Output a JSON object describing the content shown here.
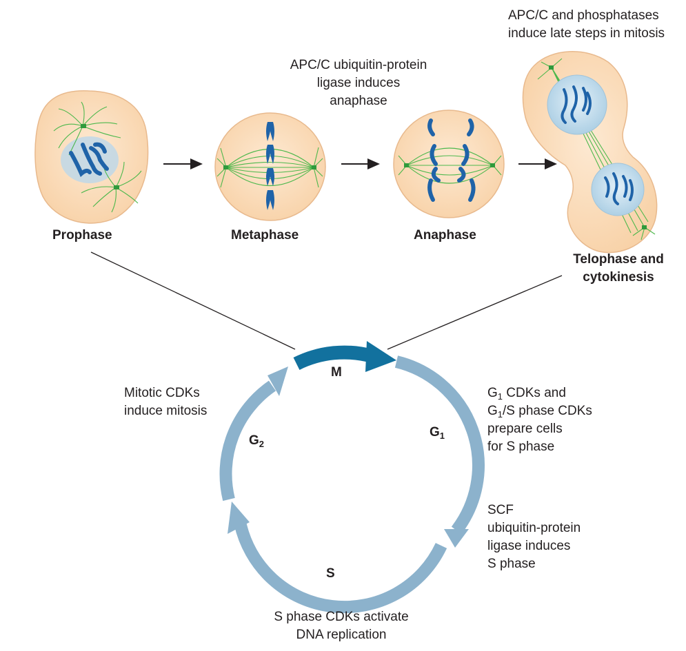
{
  "stages": {
    "prophase": "Prophase",
    "metaphase": "Metaphase",
    "anaphase": "Anaphase",
    "telophase_line1": "Telophase and",
    "telophase_line2": "cytokinesis"
  },
  "annotations": {
    "apc_anaphase_1": "APC/C ubiquitin-protein",
    "apc_anaphase_2": "ligase induces",
    "apc_anaphase_3": "anaphase",
    "apc_late_1": "APC/C and phosphatases",
    "apc_late_2": "induce late steps in mitosis"
  },
  "cycle": {
    "phases": {
      "m": "M",
      "g1_letter": "G",
      "g1_sub": "1",
      "s": "S",
      "g2_letter": "G",
      "g2_sub": "2"
    },
    "notes": {
      "mitotic_1": "Mitotic CDKs",
      "mitotic_2": "induce mitosis",
      "g1_line1_letter": "G",
      "g1_line1_sub": "1",
      "g1_line1_rest": " CDKs and",
      "g1_line2_letter": "G",
      "g1_line2_sub": "1",
      "g1_line2_rest": "/S phase CDKs",
      "g1_line3": "prepare cells",
      "g1_line4": "for S phase",
      "scf_1": "SCF",
      "scf_2": "ubiquitin-protein",
      "scf_3": "ligase induces",
      "scf_4": "S phase",
      "s_cdk_1": "S phase CDKs activate",
      "s_cdk_2": "DNA replication"
    }
  },
  "colors": {
    "cell_fill": "#fbdcbc",
    "cell_stroke": "#e8b98d",
    "spindle": "#4cb84c",
    "chromosome": "#1f63a8",
    "nucleus": "#c8e0f0",
    "cycle_arc": "#8cb2cc",
    "m_arc": "#12719e"
  }
}
